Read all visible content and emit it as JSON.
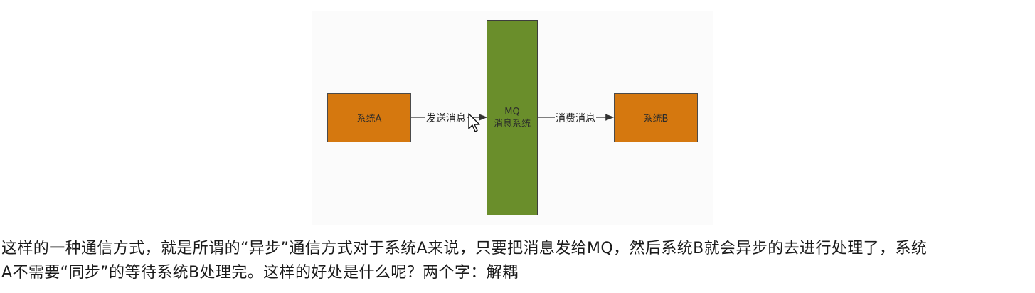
{
  "diagram": {
    "nodes": {
      "system_a": "系统A",
      "mq_line1": "MQ",
      "mq_line2": "消息系统",
      "system_b": "系统B"
    },
    "edges": {
      "a_to_mq": "发送消息",
      "mq_to_b": "消费消息"
    },
    "colors": {
      "system_box": "#d5780f",
      "mq_box": "#6a8e2b"
    }
  },
  "caption": {
    "line1": "这样的一种通信方式，就是所谓的“异步”通信方式对于系统A来说，只要把消息发给MQ，然后系统B就会异步的去进行处理了，系统",
    "line2": "A不需要“同步”的等待系统B处理完。这样的好处是什么呢？两个字：解耦"
  },
  "icons": {
    "pointer": "mouse-pointer-icon"
  }
}
